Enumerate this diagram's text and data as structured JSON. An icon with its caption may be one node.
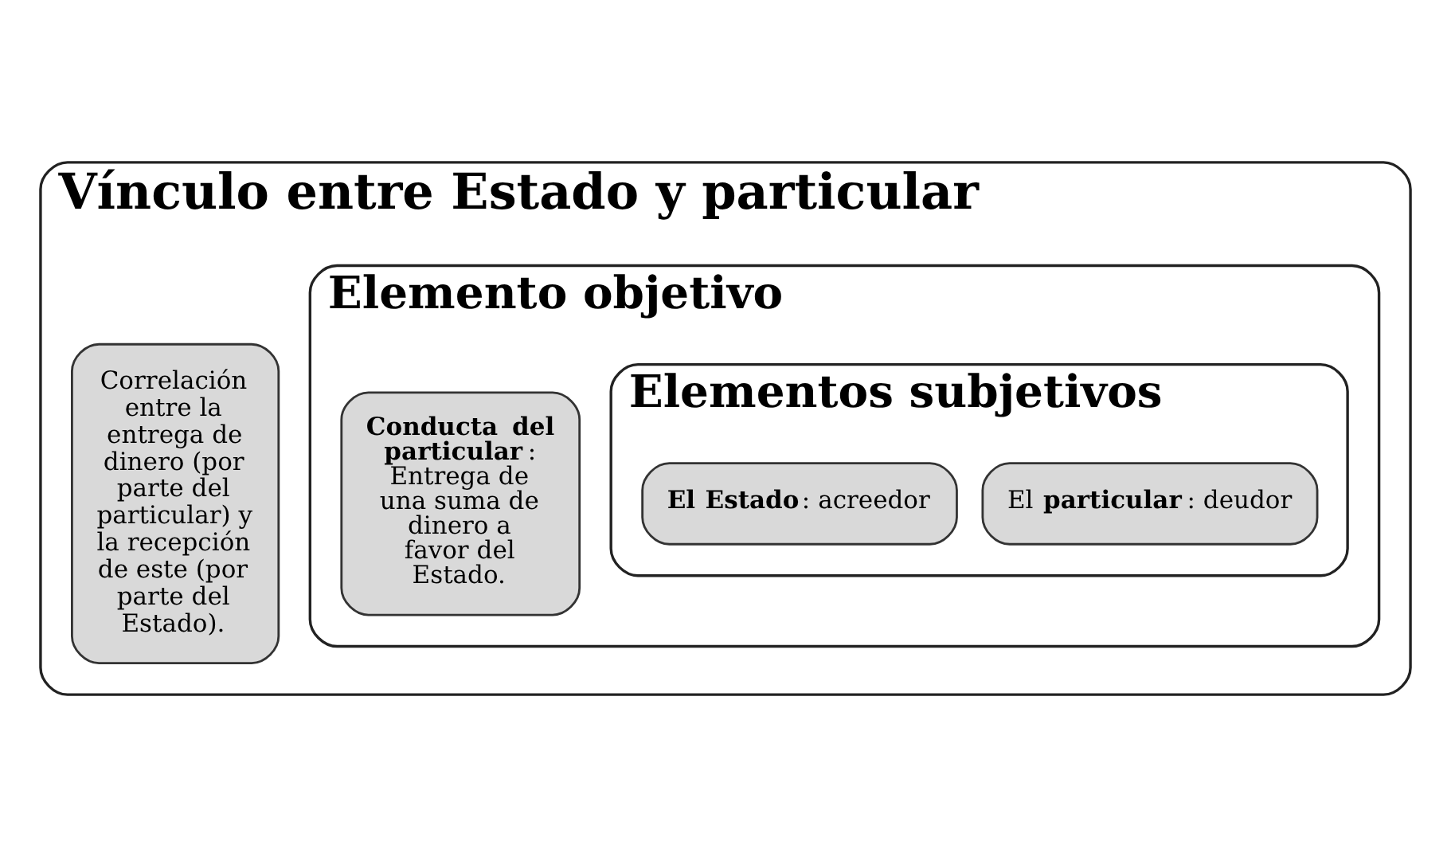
{
  "diagram": {
    "nodes": [
      {
        "text": [
          "Vínculo entre Estado y particular"
        ]
      },
      {
        "text": [
          "Correlación entre la entrega de dinero (por parte del particular) y la recepción de este (por parte del Estado)."
        ],
        "in": 0
      },
      {
        "text": [
          "Elemento objetivo"
        ],
        "in": 0
      },
      {
        "text": [
          "**Conducta del particular**: Entrega de una suma de dinero a favor del Estado."
        ],
        "in": 2
      },
      {
        "text": [
          "Elementos subjetivos"
        ],
        "in": 2
      },
      {
        "text": [
          "El **particular**: deudor"
        ],
        "in": 4
      },
      {
        "text": [
          "**El Estado**: acreedor"
        ],
        "in": 4
      }
    ]
  }
}
